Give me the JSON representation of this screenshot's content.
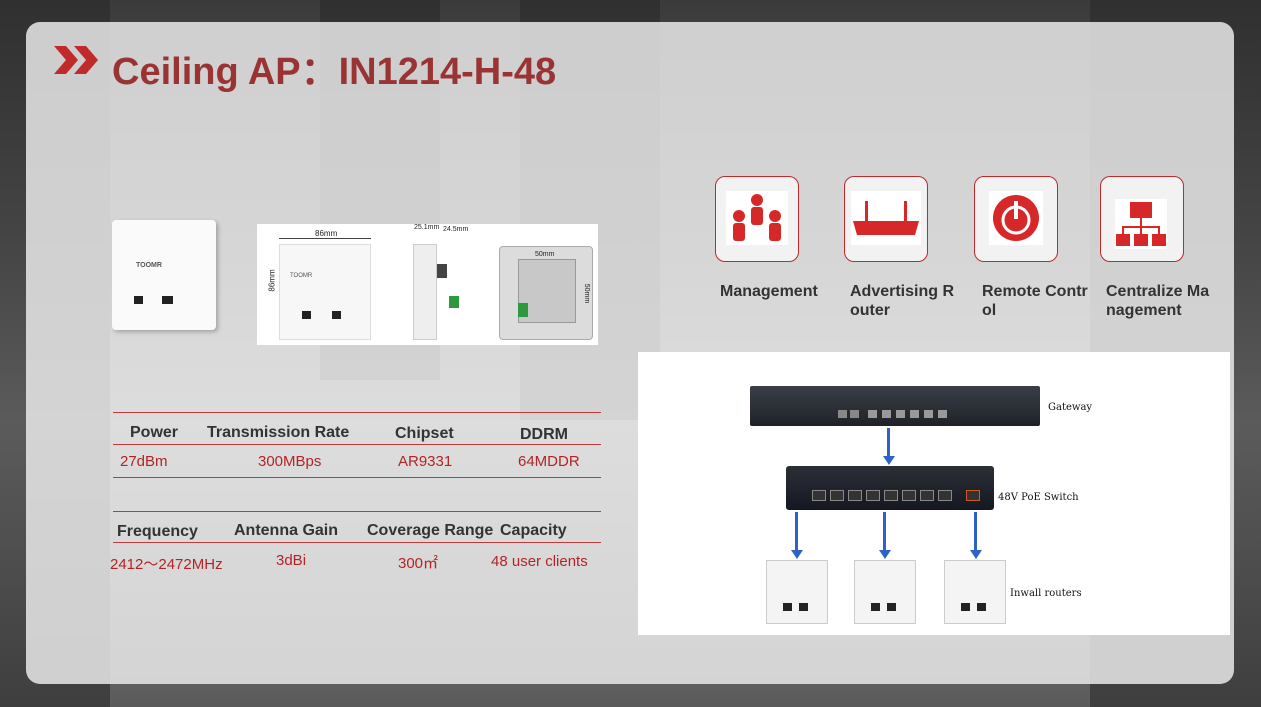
{
  "title": {
    "prefix": "Ceiling AP：",
    "model": "IN1214-H-48"
  },
  "product_images": {
    "brand": "TOOMR",
    "dim_width": "86mm",
    "dim_height": "86mm",
    "dim_depth1": "25.1mm",
    "dim_depth2": "24.5mm",
    "dim_rear_w": "50mm",
    "dim_rear_h": "50mm"
  },
  "spec_table_1": {
    "headers": [
      "Power",
      "Transmission Rate",
      "Chipset",
      "DDRM"
    ],
    "values": [
      "27dBm",
      "300MBps",
      "AR9331",
      "64MDDR"
    ]
  },
  "spec_table_2": {
    "headers": [
      "Frequency",
      "Antenna Gain",
      "Coverage Range",
      "Capacity"
    ],
    "values": [
      "2412～2472MHz",
      "3dBi",
      "300㎡",
      "48 user clients"
    ]
  },
  "features": [
    {
      "label": "Management",
      "icon": "people-group-icon"
    },
    {
      "label": "Advertising Router",
      "icon": "router-icon"
    },
    {
      "label": "Remote Control",
      "icon": "power-icon"
    },
    {
      "label": "Centralize Management",
      "icon": "network-tree-icon"
    }
  ],
  "diagram": {
    "gateway_label": "Gateway",
    "switch_label": "48V PoE Switch",
    "inwall_label": "Inwall routers"
  },
  "colors": {
    "accent": "#9a3434",
    "line": "#c0393b",
    "arrow": "#2f62c9"
  }
}
